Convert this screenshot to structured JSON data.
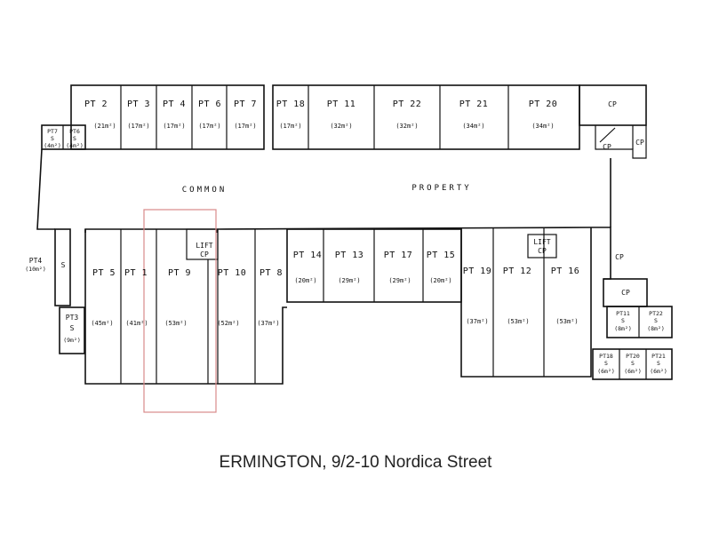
{
  "caption": "ERMINGTON, 9/2-10 Nordica Street",
  "common_label_1": "COMMON",
  "common_label_2": "PROPERTY",
  "lots": {
    "pt2": {
      "name": "PT 2",
      "area": "(21m²)"
    },
    "pt3": {
      "name": "PT 3",
      "area": "(17m²)"
    },
    "pt4": {
      "name": "PT 4",
      "area": "(17m²)"
    },
    "pt6": {
      "name": "PT 6",
      "area": "(17m²)"
    },
    "pt7": {
      "name": "PT 7",
      "area": "(17m²)"
    },
    "pt18": {
      "name": "PT 18",
      "area": "(17m²)"
    },
    "pt11": {
      "name": "PT 11",
      "area": "(32m²)"
    },
    "pt22": {
      "name": "PT 22",
      "area": "(32m²)"
    },
    "pt21": {
      "name": "PT 21",
      "area": "(34m²)"
    },
    "pt20": {
      "name": "PT 20",
      "area": "(34m²)"
    },
    "pt5": {
      "name": "PT 5",
      "area": "(45m²)"
    },
    "pt1": {
      "name": "PT 1",
      "area": "(41m²)"
    },
    "pt9": {
      "name": "PT 9",
      "area": "(53m²)"
    },
    "pt10": {
      "name": "PT 10",
      "area": "(52m²)"
    },
    "pt8": {
      "name": "PT 8",
      "area": "(37m²)"
    },
    "pt14": {
      "name": "PT 14",
      "area": "(20m²)"
    },
    "pt13": {
      "name": "PT 13",
      "area": "(29m²)"
    },
    "pt17": {
      "name": "PT 17",
      "area": "(29m²)"
    },
    "pt15": {
      "name": "PT 15",
      "area": "(20m²)"
    },
    "pt19": {
      "name": "PT 19",
      "area": "(37m²)"
    },
    "pt12": {
      "name": "PT 12",
      "area": "(53m²)"
    },
    "pt16": {
      "name": "PT 16",
      "area": "(53m²)"
    }
  },
  "storage": {
    "pt7s": {
      "name": "PT7",
      "s": "S",
      "area": "(4m²)"
    },
    "pt6s": {
      "name": "PT6",
      "s": "S",
      "area": "(4m²)"
    },
    "pt4s": {
      "name": "PT4",
      "s": "S",
      "area": "(10m²)"
    },
    "pt3s": {
      "name": "PT3",
      "s": "S",
      "area": "(9m²)"
    },
    "pt11s": {
      "name": "PT11",
      "s": "S",
      "area": "(8m²)"
    },
    "pt22s": {
      "name": "PT22",
      "s": "S",
      "area": "(8m²)"
    },
    "pt18s": {
      "name": "PT18",
      "s": "S",
      "area": "(6m²)"
    },
    "pt20s": {
      "name": "PT20",
      "s": "S",
      "area": "(6m²)"
    },
    "pt21s": {
      "name": "PT21",
      "s": "S",
      "area": "(6m²)"
    }
  },
  "lift": {
    "label": "LIFT",
    "cp": "CP"
  },
  "lift2": {
    "label": "LIFT",
    "cp": "CP"
  },
  "cp_label": "CP",
  "highlight_color": "#d98a8a"
}
